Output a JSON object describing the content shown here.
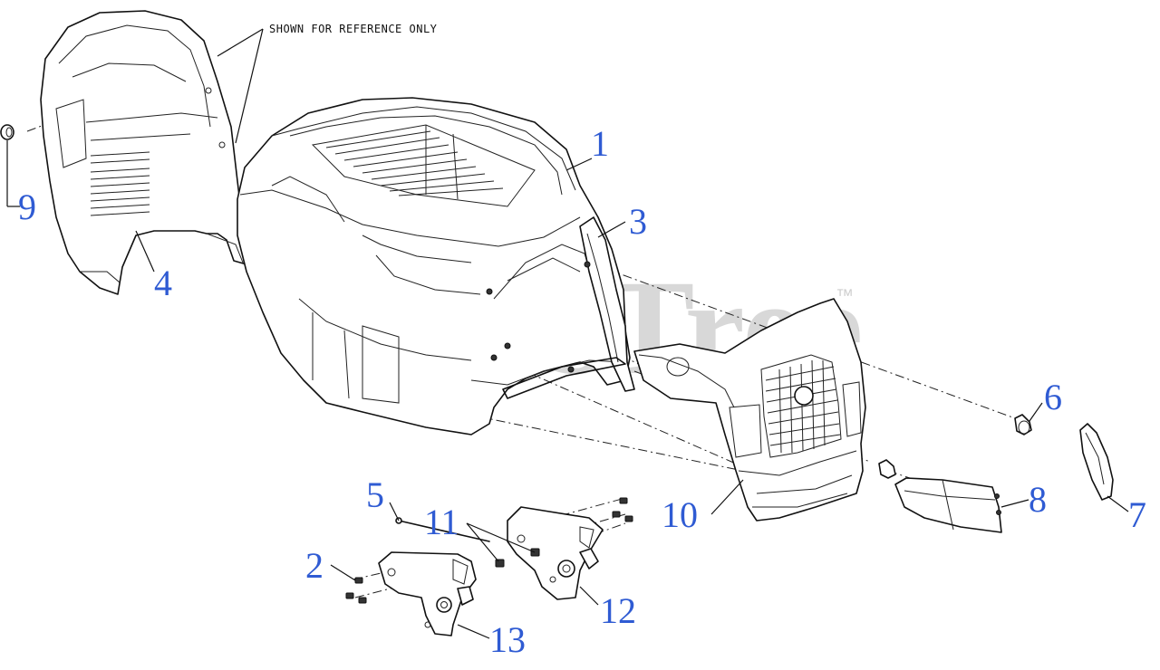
{
  "note": {
    "reference_text": "SHOWN FOR REFERENCE ONLY"
  },
  "watermark": {
    "text": "PartsTree",
    "trademark": "™"
  },
  "callouts": {
    "c1": "1",
    "c2": "2",
    "c3": "3",
    "c4": "4",
    "c5": "5",
    "c6": "6",
    "c7": "7",
    "c8": "8",
    "c9": "9",
    "c10": "10",
    "c11": "11",
    "c12": "12",
    "c13": "13"
  },
  "colors": {
    "callout": "#2f5bd3",
    "line": "#111111",
    "watermark": "#d8d8d8"
  }
}
